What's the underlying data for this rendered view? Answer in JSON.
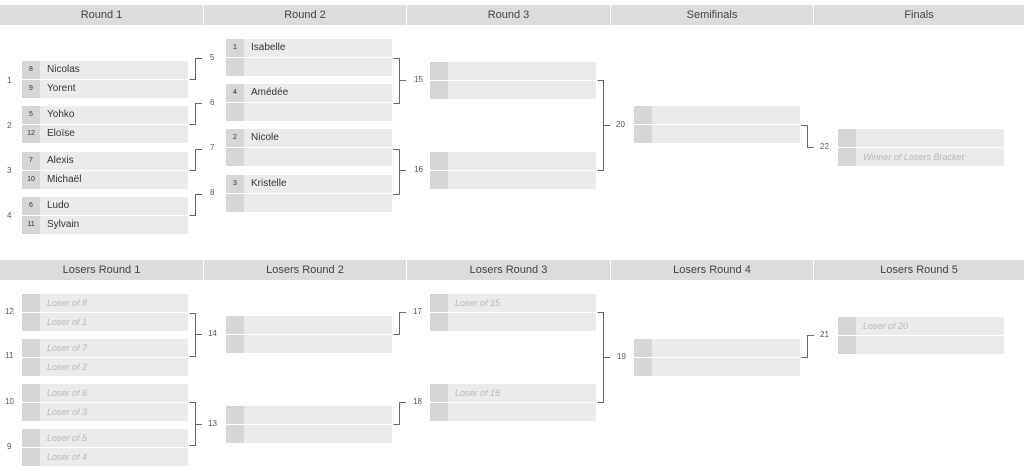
{
  "headers": {
    "winners": [
      "Round 1",
      "Round 2",
      "Round 3",
      "Semifinals",
      "Finals"
    ],
    "losers": [
      "Losers Round 1",
      "Losers Round 2",
      "Losers Round 3",
      "Losers Round 4",
      "Losers Round 5"
    ]
  },
  "winners": {
    "round1": [
      {
        "num": "1",
        "top": {
          "seed": "8",
          "name": "Nicolas"
        },
        "bot": {
          "seed": "9",
          "name": "Yorent"
        }
      },
      {
        "num": "2",
        "top": {
          "seed": "5",
          "name": "Yohko"
        },
        "bot": {
          "seed": "12",
          "name": "Eloïse"
        }
      },
      {
        "num": "3",
        "top": {
          "seed": "7",
          "name": "Alexis"
        },
        "bot": {
          "seed": "10",
          "name": "Michaël"
        }
      },
      {
        "num": "4",
        "top": {
          "seed": "6",
          "name": "Ludo"
        },
        "bot": {
          "seed": "11",
          "name": "Sylvain"
        }
      }
    ],
    "round2": [
      {
        "num": "5",
        "top": {
          "seed": "1",
          "name": "Isabelle"
        }
      },
      {
        "num": "6",
        "top": {
          "seed": "4",
          "name": "Amédée"
        }
      },
      {
        "num": "7",
        "top": {
          "seed": "2",
          "name": "Nicole"
        }
      },
      {
        "num": "8",
        "top": {
          "seed": "3",
          "name": "Kristelle"
        }
      }
    ],
    "round3": [
      {
        "num": "15"
      },
      {
        "num": "16"
      }
    ],
    "semifinal": {
      "num": "20"
    },
    "final": {
      "num": "22",
      "bot_placeholder": "Winner of Losers Bracket"
    }
  },
  "losers": {
    "round1": [
      {
        "num": "12",
        "top": "Loser of 8",
        "bot": "Loser of 1"
      },
      {
        "num": "11",
        "top": "Loser of 7",
        "bot": "Loser of 2"
      },
      {
        "num": "10",
        "top": "Loser of 6",
        "bot": "Loser of 3"
      },
      {
        "num": "9",
        "top": "Loser of 5",
        "bot": "Loser of 4"
      }
    ],
    "round2": [
      {
        "num": "14"
      },
      {
        "num": "13"
      }
    ],
    "round3": [
      {
        "num": "17",
        "top": "Loser of 15"
      },
      {
        "num": "18",
        "top": "Loser of 16"
      }
    ],
    "round4": {
      "num": "19"
    },
    "round5": {
      "num": "21",
      "top": "Loser of 20"
    }
  }
}
